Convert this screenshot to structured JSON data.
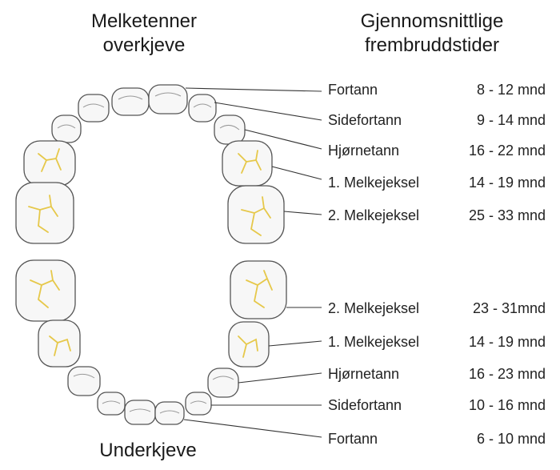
{
  "titles": {
    "upper_jaw": "Melketenner overkjeve",
    "lower_jaw": "Underkjeve",
    "times_header": "Gjennomsnittlige frembruddstider"
  },
  "upper": [
    {
      "name": "Fortann",
      "time": "8 - 12 mnd"
    },
    {
      "name": "Sidefortann",
      "time": "9 - 14 mnd"
    },
    {
      "name": "Hjørnetann",
      "time": "16 - 22 mnd"
    },
    {
      "name": "1. Melkejeksel",
      "time": "14 - 19 mnd"
    },
    {
      "name": "2. Melkejeksel",
      "time": "25 - 33 mnd"
    }
  ],
  "lower": [
    {
      "name": "2. Melkejeksel",
      "time": "23 - 31mnd"
    },
    {
      "name": "1. Melkejeksel",
      "time": "14 - 19 mnd"
    },
    {
      "name": "Hjørnetann",
      "time": "16 - 23 mnd"
    },
    {
      "name": "Sidefortann",
      "time": "10 - 16 mnd"
    },
    {
      "name": "Fortann",
      "time": "6 - 10 mnd"
    }
  ],
  "colors": {
    "tooth_outline": "#555555",
    "tooth_fill": "#f7f7f7",
    "groove": "#e6c84a",
    "leader": "#333333"
  }
}
